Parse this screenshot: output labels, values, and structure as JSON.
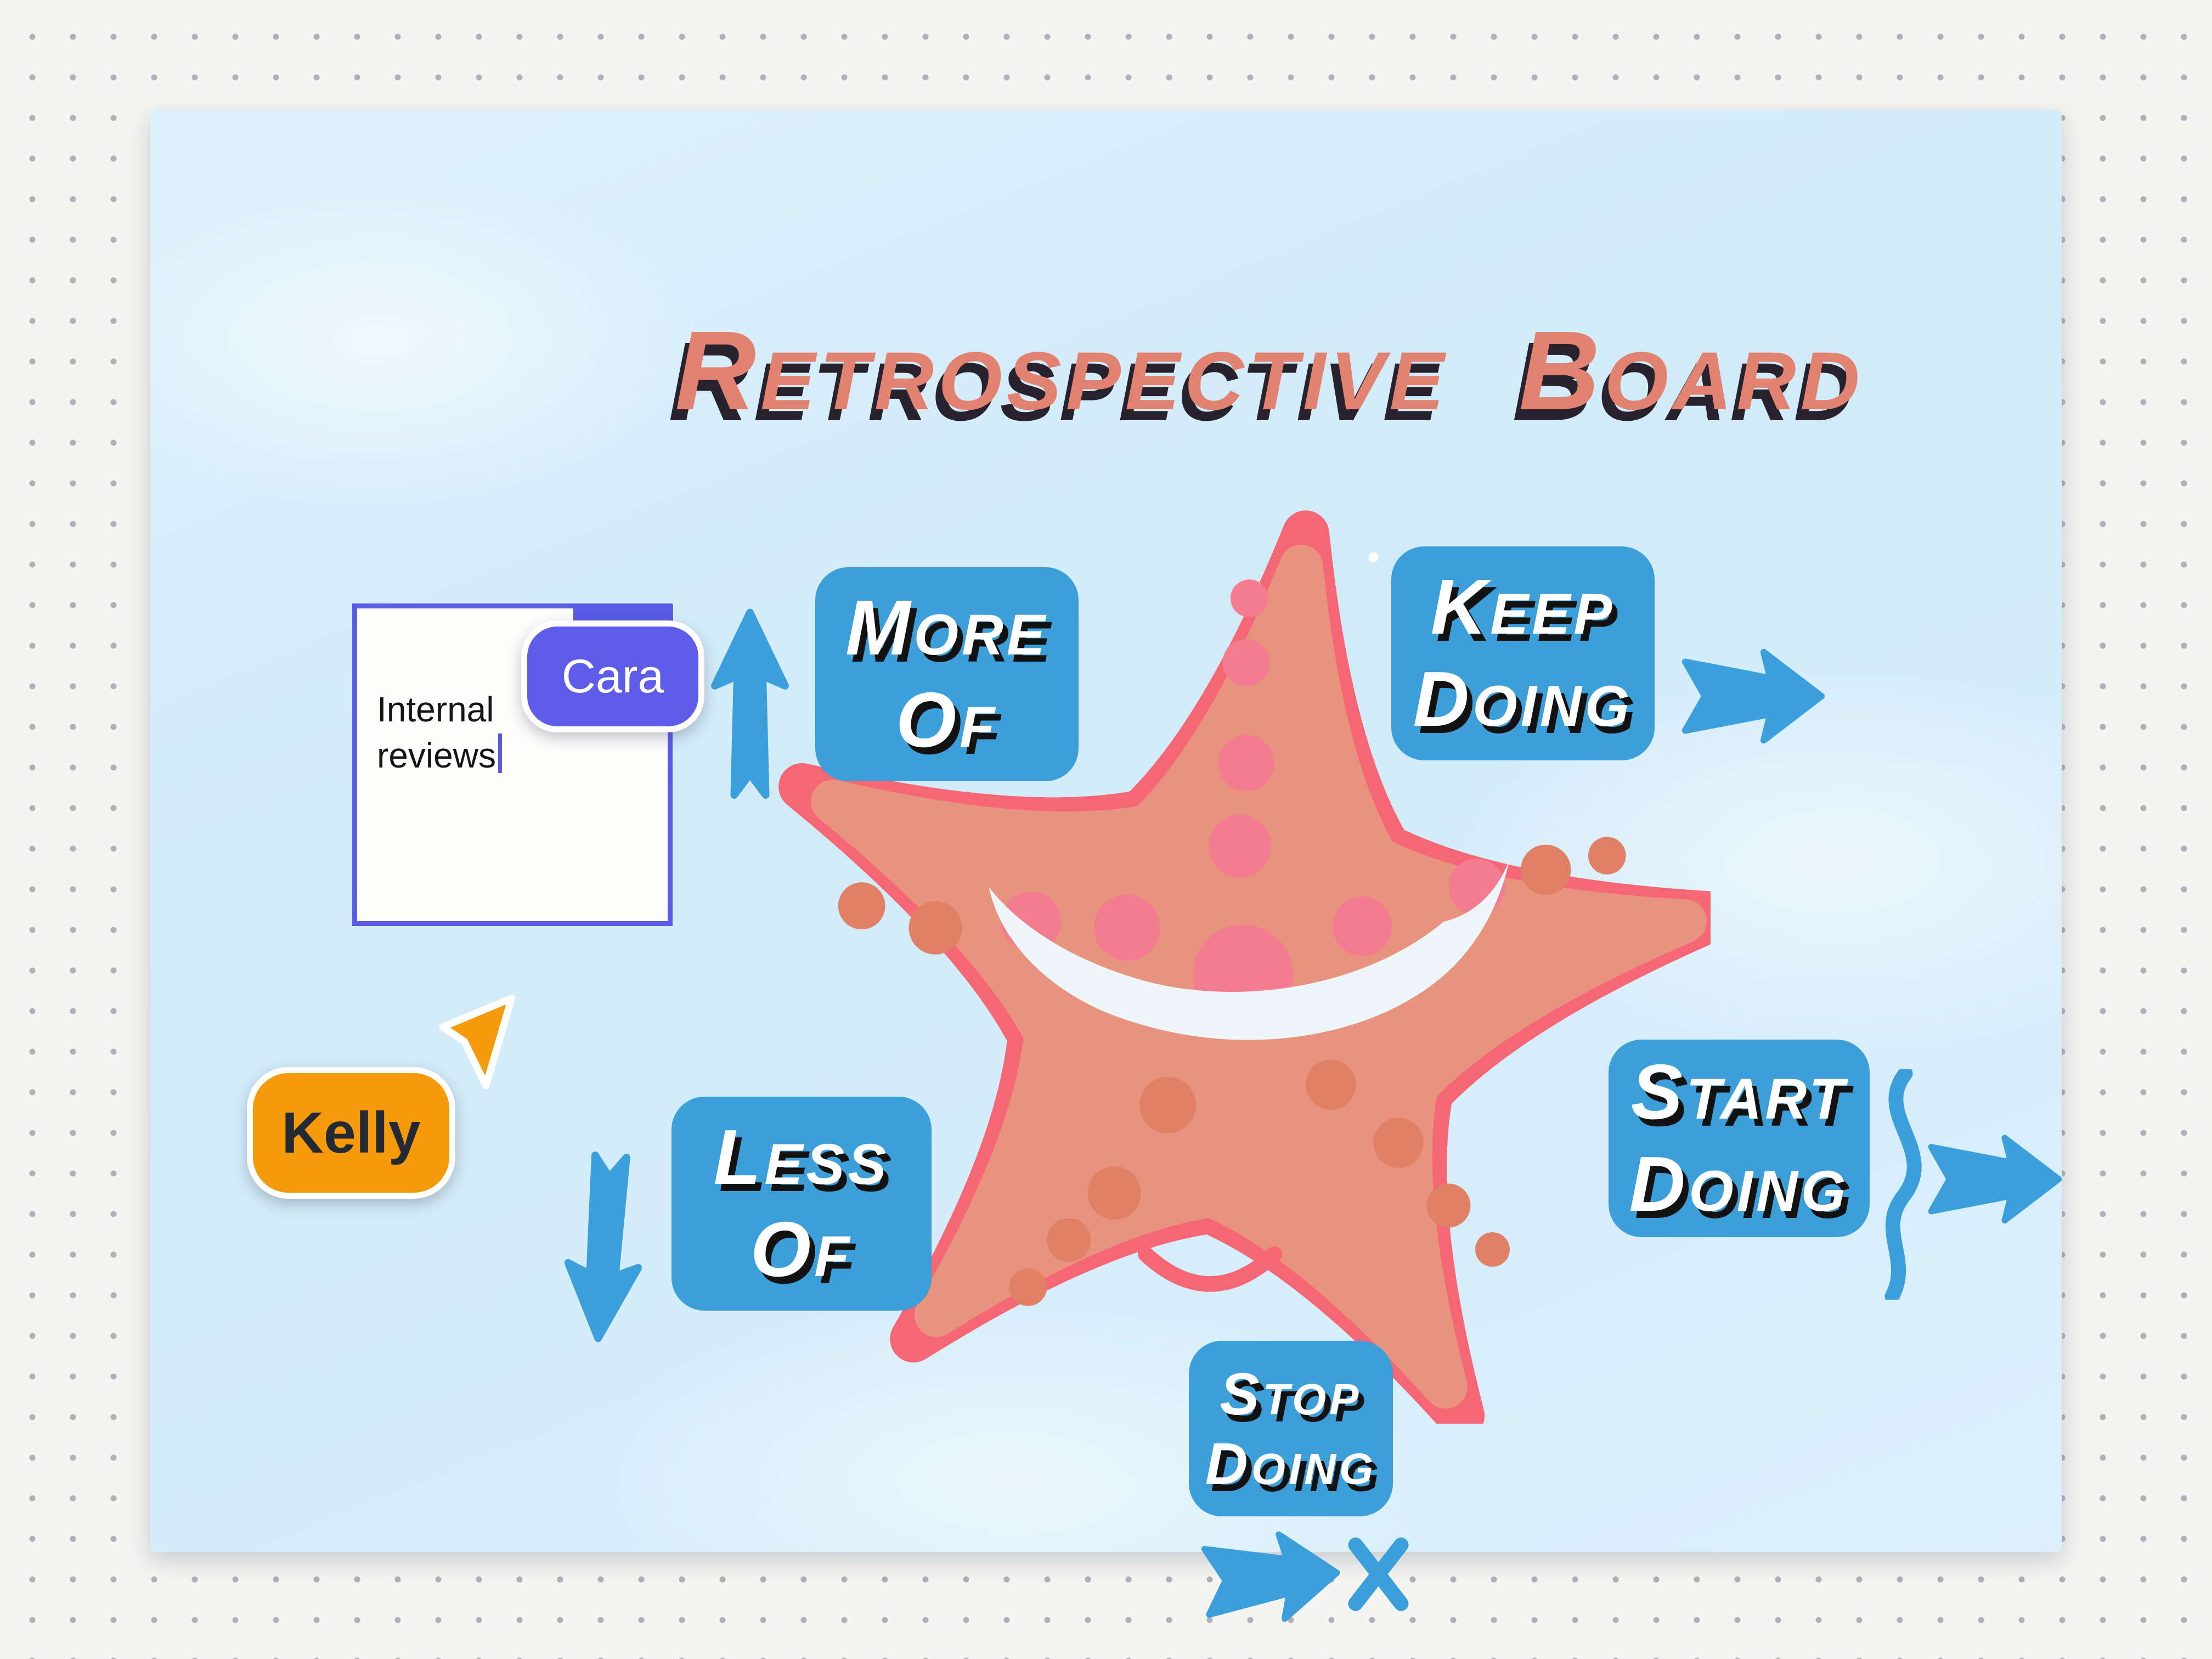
{
  "board": {
    "title": {
      "word1": "Retrospective",
      "word2": "Board"
    }
  },
  "categories": [
    {
      "id": "more-of",
      "line1": "More",
      "line2": "of"
    },
    {
      "id": "keep-doing",
      "line1": "Keep",
      "line2": "doing"
    },
    {
      "id": "less-of",
      "line1": "Less",
      "line2": "of"
    },
    {
      "id": "start-doing",
      "line1": "Start",
      "line2": "doing"
    },
    {
      "id": "stop-doing",
      "line1": "Stop",
      "line2": "doing"
    }
  ],
  "sticky_note": {
    "text": "Internal reviews"
  },
  "collaborators": [
    {
      "name": "Cara",
      "color": "#5d5de9"
    },
    {
      "name": "Kelly",
      "color": "#f59b0b"
    }
  ],
  "icons": [
    "up-arrow-icon",
    "right-arrow-icon",
    "down-arrow-icon",
    "squiggle-arrow-icon",
    "stop-arrow-icon",
    "x-icon",
    "starfish-illustration",
    "cursor-pointer-icon"
  ],
  "colors": {
    "category_fill": "#3d9fd9",
    "arrow_blue": "#3b9fdc",
    "title_text": "#e28372",
    "title_shadow": "#27222e",
    "note_border": "#5a5be6",
    "starfish_outline": "#f56774",
    "starfish_fill": "#e8937e",
    "starfish_spot_pink": "#f37c90",
    "starfish_spot_muted": "#e08066",
    "smile": "#eef6f9",
    "canvas_dot": "#aeb1b6"
  }
}
